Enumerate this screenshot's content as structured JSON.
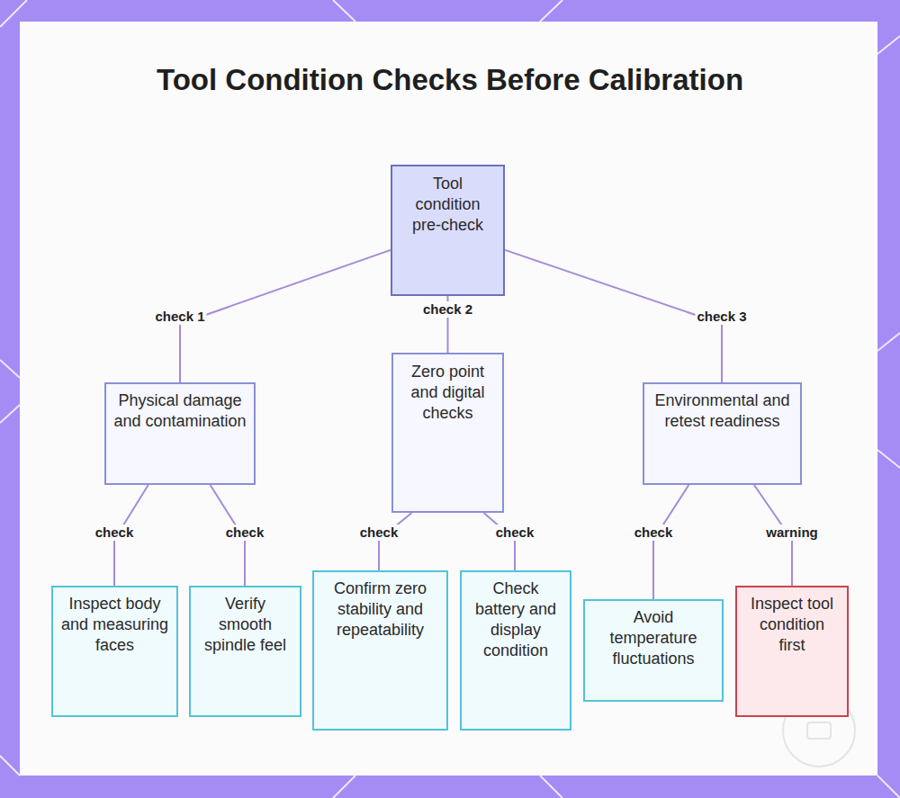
{
  "diagram": {
    "title": "Tool Condition Checks Before Calibration",
    "nodes": [
      {
        "text": [
          "Tool condition pre-check"
        ]
      },
      {
        "text": [
          "Physical damage and contamination"
        ]
      },
      {
        "text": [
          "Zero point and digital checks"
        ]
      },
      {
        "text": [
          "Environmental and retest readiness"
        ]
      },
      {
        "text": [
          "Inspect body and measuring faces"
        ]
      },
      {
        "text": [
          "Verify smooth spindle feel"
        ]
      },
      {
        "text": [
          "Confirm zero stability and repeatability"
        ]
      },
      {
        "text": [
          "Check battery and display condition"
        ]
      },
      {
        "text": [
          "Avoid temperature fluctuations"
        ]
      },
      {
        "text": [
          "Inspect tool condition first"
        ]
      }
    ],
    "edges": [
      {
        "from": 0,
        "to": 1,
        "label": "check 1",
        "arrow": "none"
      },
      {
        "from": 0,
        "to": 2,
        "label": "check 2",
        "arrow": "none"
      },
      {
        "from": 0,
        "to": 3,
        "label": "check 3",
        "arrow": "none"
      },
      {
        "from": 1,
        "to": 4,
        "label": "check",
        "arrow": "none"
      },
      {
        "from": 1,
        "to": 5,
        "label": "check",
        "arrow": "none"
      },
      {
        "from": 2,
        "to": 6,
        "label": "check",
        "arrow": "none"
      },
      {
        "from": 2,
        "to": 7,
        "label": "check",
        "arrow": "none"
      },
      {
        "from": 3,
        "to": 8,
        "label": "check",
        "arrow": "none"
      },
      {
        "from": 3,
        "to": 9,
        "label": "warning",
        "arrow": "none"
      }
    ]
  }
}
